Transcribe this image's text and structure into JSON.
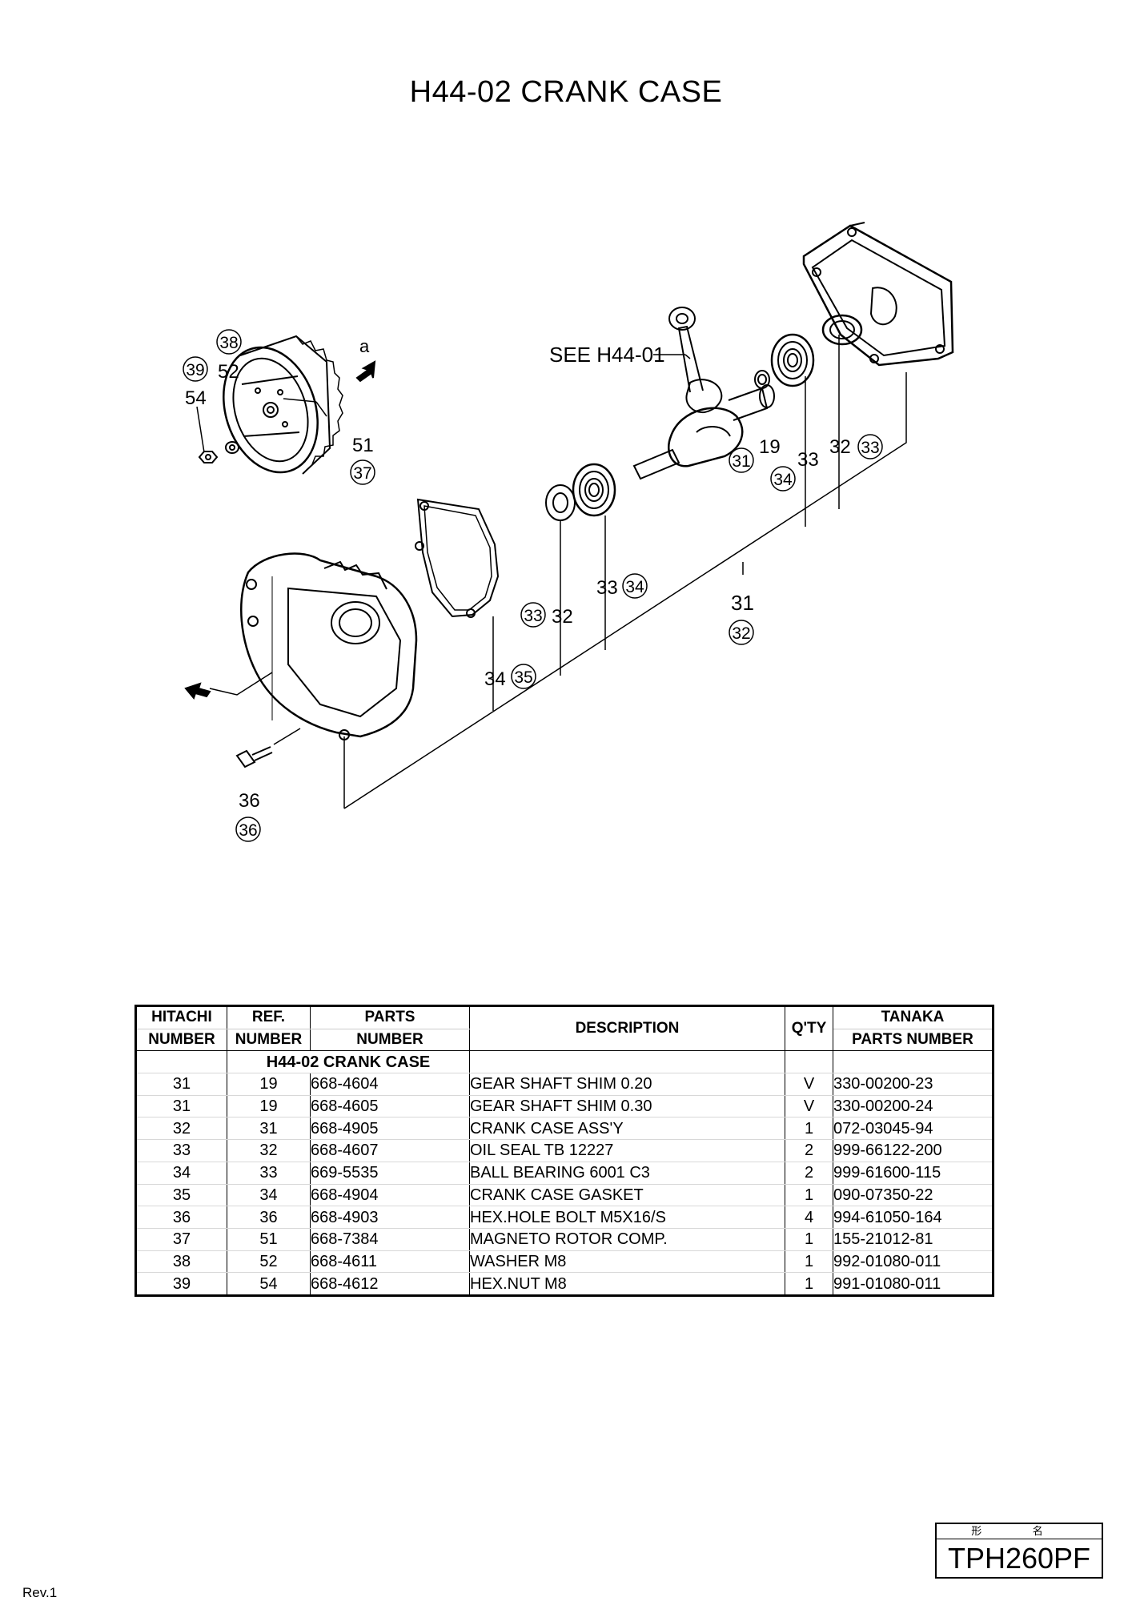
{
  "page": {
    "title": "H44-02 CRANK CASE",
    "revision": "Rev.1",
    "model_caption": "形 名",
    "model": "TPH260PF"
  },
  "diagram": {
    "labels": {
      "see_ref": "SEE H44-01",
      "arrow_a": "a",
      "n38": "38",
      "n39": "39",
      "n52": "52",
      "n54": "54",
      "n51": "51",
      "n37": "37",
      "n31c": "31",
      "n19": "19",
      "n34c": "34",
      "n33": "33",
      "n32": "32",
      "n33c": "33",
      "n33b": "33",
      "n34cb": "34",
      "n31": "31",
      "n32c": "32",
      "n33cb": "33",
      "n32b": "32",
      "n34": "34",
      "n35c": "35",
      "n36": "36",
      "n36c": "36"
    }
  },
  "table": {
    "headers": {
      "hitachi_1": "HITACHI",
      "hitachi_2": "NUMBER",
      "ref_1": "REF.",
      "ref_2": "NUMBER",
      "parts_1": "PARTS",
      "parts_2": "NUMBER",
      "description": "DESCRIPTION",
      "qty": "Q'TY",
      "tanaka_1": "TANAKA",
      "tanaka_2": "PARTS NUMBER"
    },
    "section": "H44-02  CRANK CASE",
    "rows": [
      {
        "hitachi": "31",
        "ref": "19",
        "parts": "668-4604",
        "description": "GEAR SHAFT SHIM 0.20",
        "qty": "V",
        "tanaka": "330-00200-23"
      },
      {
        "hitachi": "31",
        "ref": "19",
        "parts": "668-4605",
        "description": "GEAR SHAFT SHIM 0.30",
        "qty": "V",
        "tanaka": "330-00200-24"
      },
      {
        "hitachi": "32",
        "ref": "31",
        "parts": "668-4905",
        "description": "CRANK CASE ASS'Y",
        "qty": "1",
        "tanaka": "072-03045-94"
      },
      {
        "hitachi": "33",
        "ref": "32",
        "parts": "668-4607",
        "description": "OIL SEAL TB 12227",
        "qty": "2",
        "tanaka": "999-66122-200"
      },
      {
        "hitachi": "34",
        "ref": "33",
        "parts": "669-5535",
        "description": "BALL BEARING 6001 C3",
        "qty": "2",
        "tanaka": "999-61600-115"
      },
      {
        "hitachi": "35",
        "ref": "34",
        "parts": "668-4904",
        "description": "CRANK CASE GASKET",
        "qty": "1",
        "tanaka": "090-07350-22"
      },
      {
        "hitachi": "36",
        "ref": "36",
        "parts": "668-4903",
        "description": "HEX.HOLE BOLT M5X16/S",
        "qty": "4",
        "tanaka": "994-61050-164"
      },
      {
        "hitachi": "37",
        "ref": "51",
        "parts": "668-7384",
        "description": "MAGNETO ROTOR COMP.",
        "qty": "1",
        "tanaka": "155-21012-81"
      },
      {
        "hitachi": "38",
        "ref": "52",
        "parts": "668-4611",
        "description": "WASHER M8",
        "qty": "1",
        "tanaka": "992-01080-011"
      },
      {
        "hitachi": "39",
        "ref": "54",
        "parts": "668-4612",
        "description": "HEX.NUT M8",
        "qty": "1",
        "tanaka": "991-01080-011"
      }
    ]
  }
}
